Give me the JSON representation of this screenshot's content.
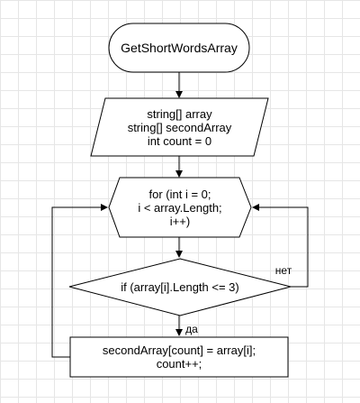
{
  "flowchart": {
    "start": {
      "text": "GetShortWordsArray"
    },
    "declarations": {
      "lines": [
        "string[] array",
        "string[] secondArray",
        "int count = 0"
      ]
    },
    "loop": {
      "lines": [
        "for (int i = 0;",
        "i < array.Length;",
        "i++)"
      ]
    },
    "condition": {
      "text": "if (array[i].Length <= 3)"
    },
    "assign": {
      "lines": [
        "secondArray[count] = array[i];",
        "count++;"
      ]
    },
    "yes_label": "да",
    "no_label": "нет"
  }
}
